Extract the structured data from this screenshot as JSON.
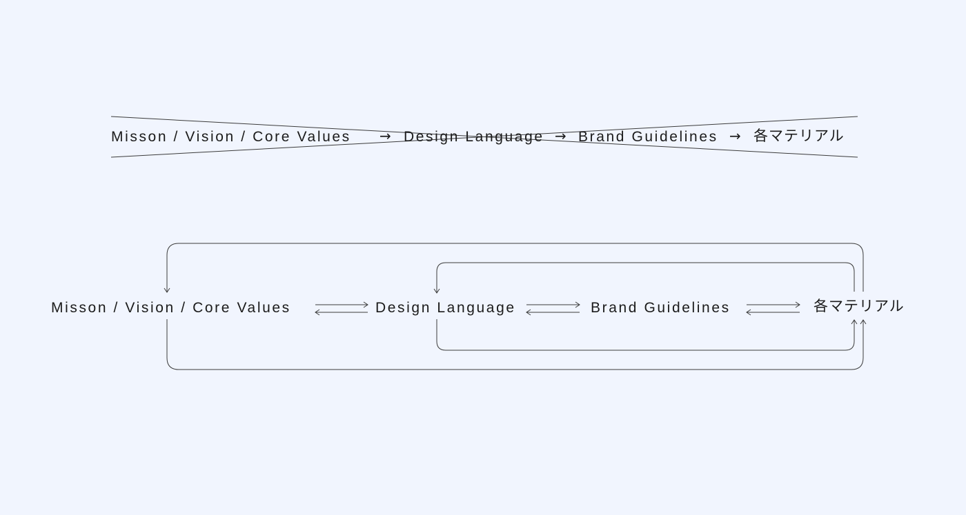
{
  "linear_flow": {
    "steps": [
      "Misson / Vision / Core Values",
      "Design Language",
      "Brand Guidelines",
      "各マテリアル"
    ],
    "arrow": "→"
  },
  "cycle_flow": {
    "nodes": [
      "Misson / Vision / Core Values",
      "Design Language",
      "Brand Guidelines",
      "各マテリアル"
    ]
  },
  "colors": {
    "background": "#f1f5fe",
    "ink": "#1b1b1b",
    "line": "#3a3a3a"
  }
}
